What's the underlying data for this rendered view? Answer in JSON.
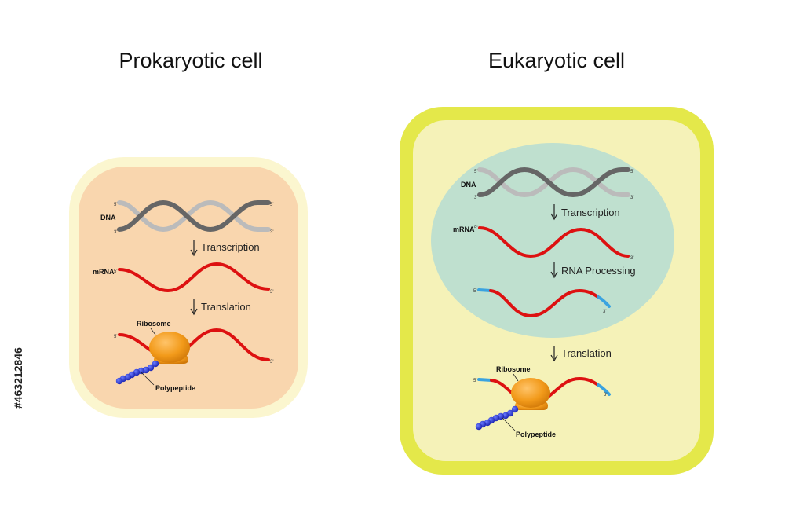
{
  "prokaryote": {
    "title": "Prokaryotic cell",
    "dna_label": "DNA",
    "mrna_label": "mRNA",
    "ribosome_label": "Ribosome",
    "polypeptide_label": "Polypeptide",
    "transcription": "Transcription",
    "translation": "Translation"
  },
  "eukaryote": {
    "title": "Eukaryotic cell",
    "dna_label": "DNA",
    "mrna_label": "mRNA",
    "ribosome_label": "Ribosome",
    "polypeptide_label": "Polypeptide",
    "transcription": "Transcription",
    "rna_processing": "RNA Processing",
    "translation": "Translation"
  },
  "ends": {
    "five_prime": "5'",
    "three_prime": "3'"
  },
  "stock_id": "#463212846",
  "colors": {
    "prok_wall": "#fbf6cf",
    "prok_cytoplasm": "#f9d6ae",
    "euk_wall": "#e4e84a",
    "euk_cytoplasm": "#f5f2b8",
    "nucleus": "#bfe0cf",
    "dna_dark": "#666666",
    "dna_light": "#bbbbbb",
    "mrna": "#dd1111",
    "cap_tail": "#3aa3e0",
    "ribosome": "#f29a1a",
    "polypeptide": "#2233cc"
  }
}
